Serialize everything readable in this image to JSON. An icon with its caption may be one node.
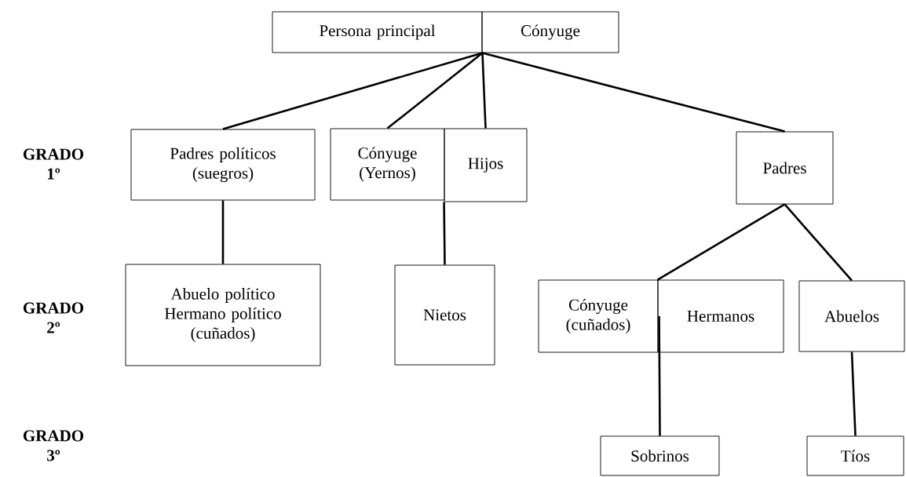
{
  "diagram": {
    "nodes": [
      {
        "text": [
          "Persona principal"
        ]
      },
      {
        "text": [
          "Cónyuge"
        ]
      },
      {
        "text": [
          "Padres políticos (suegros)"
        ]
      },
      {
        "text": [
          "Cónyuge (Yernos)"
        ]
      },
      {
        "text": [
          "Hijos"
        ]
      },
      {
        "text": [
          "Padres"
        ]
      },
      {
        "text": [
          "Abuelo político Hermano político (cuñados)"
        ]
      },
      {
        "text": [
          "Nietos"
        ]
      },
      {
        "text": [
          "Cónyuge (cuñados)"
        ]
      },
      {
        "text": [
          "Hermanos"
        ]
      },
      {
        "text": [
          "Abuelos"
        ]
      },
      {
        "text": [
          "Sobrinos"
        ]
      },
      {
        "text": [
          "Tíos"
        ]
      }
    ],
    "edges": [
      {
        "from": 0,
        "to": 2,
        "arrow": "none"
      },
      {
        "from": 0,
        "to": 3,
        "arrow": "none"
      },
      {
        "from": 0,
        "to": 4,
        "arrow": "none"
      },
      {
        "from": 0,
        "to": 5,
        "arrow": "none"
      },
      {
        "from": 2,
        "to": 6,
        "arrow": "none"
      },
      {
        "from": 4,
        "to": 7,
        "arrow": "none"
      },
      {
        "from": 5,
        "to": 9,
        "arrow": "none"
      },
      {
        "from": 5,
        "to": 10,
        "arrow": "none"
      },
      {
        "from": 9,
        "to": 11,
        "arrow": "none"
      },
      {
        "from": 10,
        "to": 12,
        "arrow": "none"
      }
    ],
    "labels": [
      "GRADO 1º",
      "GRADO 2º",
      "GRADO 3º"
    ]
  }
}
